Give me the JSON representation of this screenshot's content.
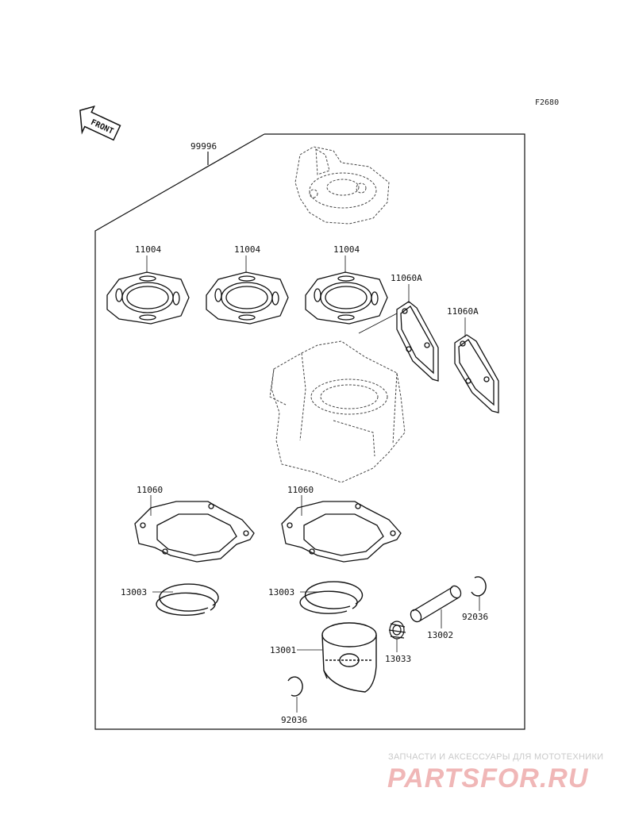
{
  "figure_code": "F2680",
  "front_label": "FRONT",
  "labels": {
    "kit": "99996",
    "head_gasket_1": "11004",
    "head_gasket_2": "11004",
    "head_gasket_3": "11004",
    "side_gasket_1": "11060A",
    "side_gasket_2": "11060A",
    "base_gasket_1": "11060",
    "base_gasket_2": "11060",
    "ring_1": "13003",
    "ring_2": "13003",
    "piston": "13001",
    "pin": "13002",
    "bearing": "13033",
    "clip_1": "92036",
    "clip_2": "92036"
  },
  "watermark": {
    "tagline": "ЗАПЧАСТИ И АКСЕССУАРЫ ДЛЯ МОТОТЕХНИКИ",
    "logo": "PARTSFOR.RU"
  }
}
